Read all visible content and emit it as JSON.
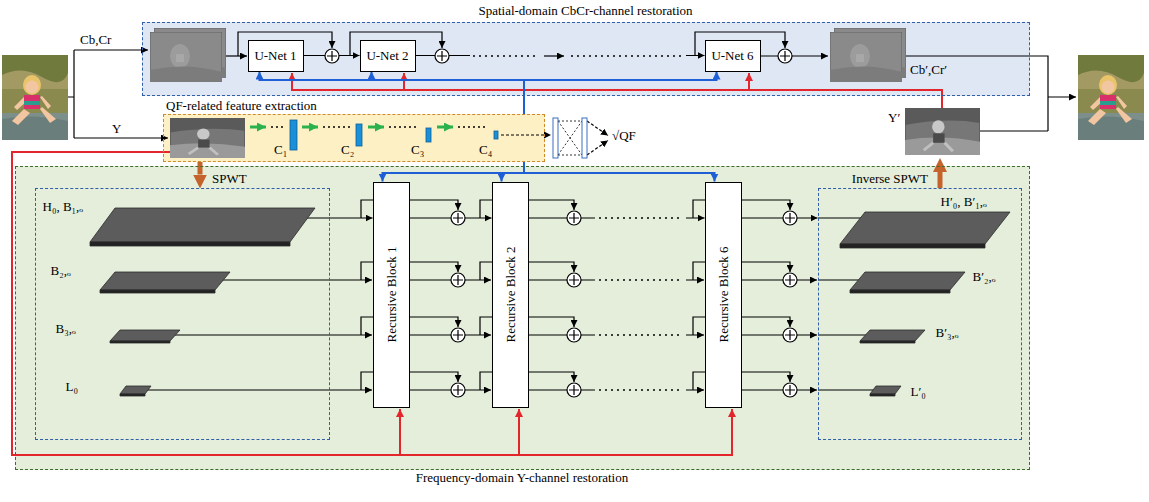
{
  "diagram": {
    "nodes": [
      {
        "text": [
          "Spatial-domain CbCr-channel restoration"
        ]
      },
      {
        "text": [
          "U-Net 1"
        ],
        "in": 0
      },
      {
        "text": [
          "U-Net 2"
        ],
        "in": 0
      },
      {
        "text": [
          "U-Net 6"
        ],
        "in": 0
      },
      {
        "text": [
          "QF-related feature extraction"
        ]
      },
      {
        "text": [
          "Frequency-domain Y-channel restoration"
        ]
      },
      {
        "text": [
          "H₀, B₁,ₒ",
          "B₂,ₒ",
          "B₃,ₒ",
          "L₀"
        ],
        "in": 5
      },
      {
        "text": [
          "Recursive Block 1"
        ],
        "in": 5
      },
      {
        "text": [
          "Recursive Block 2"
        ],
        "in": 5
      },
      {
        "text": [
          "Recursive Block 6"
        ],
        "in": 5
      },
      {
        "text": [
          "H′₀, B′₁,ₒ",
          "B′₂,ₒ",
          "B′₃,ₒ",
          "L′₀"
        ],
        "in": 5
      }
    ],
    "edges": [
      {
        "from": 1,
        "to": 2,
        "arrow": "to"
      },
      {
        "from": 2,
        "to": 3,
        "arrow": "to"
      },
      {
        "from": 4,
        "to": 1,
        "arrow": "to"
      },
      {
        "from": 4,
        "to": 2,
        "arrow": "to"
      },
      {
        "from": 4,
        "to": 3,
        "arrow": "to"
      },
      {
        "from": 4,
        "to": 6,
        "label": "SPWT",
        "arrow": "to"
      },
      {
        "from": 6,
        "to": 7,
        "arrow": "to"
      },
      {
        "from": 7,
        "to": 8,
        "arrow": "to"
      },
      {
        "from": 8,
        "to": 9,
        "arrow": "to"
      },
      {
        "from": 9,
        "to": 10,
        "arrow": "to"
      },
      {
        "from": 4,
        "to": 7,
        "arrow": "to"
      },
      {
        "from": 4,
        "to": 8,
        "arrow": "to"
      },
      {
        "from": 4,
        "to": 9,
        "arrow": "to"
      }
    ],
    "labels": [
      "Cb,Cr",
      "Y",
      "Cb′,Cr′",
      "Y′",
      "C₁",
      "C₂",
      "C₃",
      "C₄",
      "√QF",
      "Inverse SPWT"
    ]
  }
}
